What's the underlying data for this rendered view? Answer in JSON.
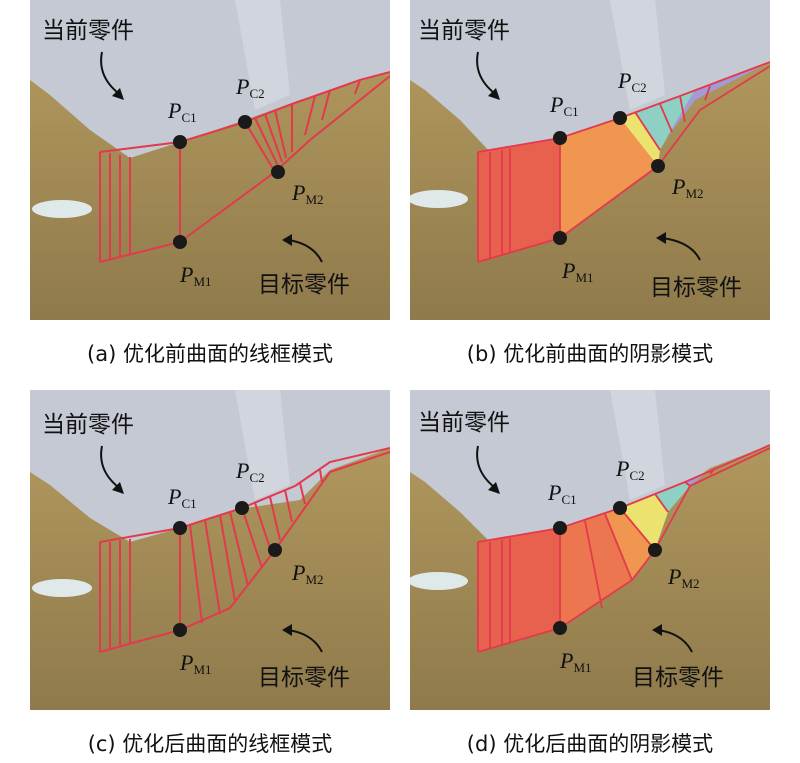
{
  "panels": [
    {
      "id": "a",
      "caption": "(a) 优化前曲面的线框模式",
      "current_label": "当前零件",
      "target_label": "目标零件",
      "points": [
        {
          "name": "P",
          "sub": "C1"
        },
        {
          "name": "P",
          "sub": "C2"
        },
        {
          "name": "P",
          "sub": "M1"
        },
        {
          "name": "P",
          "sub": "M2"
        }
      ]
    },
    {
      "id": "b",
      "caption": "(b) 优化前曲面的阴影模式",
      "current_label": "当前零件",
      "target_label": "目标零件",
      "points": [
        {
          "name": "P",
          "sub": "C1"
        },
        {
          "name": "P",
          "sub": "C2"
        },
        {
          "name": "P",
          "sub": "M1"
        },
        {
          "name": "P",
          "sub": "M2"
        }
      ]
    },
    {
      "id": "c",
      "caption": "(c) 优化后曲面的线框模式",
      "current_label": "当前零件",
      "target_label": "目标零件",
      "points": [
        {
          "name": "P",
          "sub": "C1"
        },
        {
          "name": "P",
          "sub": "C2"
        },
        {
          "name": "P",
          "sub": "M1"
        },
        {
          "name": "P",
          "sub": "M2"
        }
      ]
    },
    {
      "id": "d",
      "caption": "(d) 优化后曲面的阴影模式",
      "current_label": "当前零件",
      "target_label": "目标零件",
      "points": [
        {
          "name": "P",
          "sub": "C1"
        },
        {
          "name": "P",
          "sub": "C2"
        },
        {
          "name": "P",
          "sub": "M1"
        },
        {
          "name": "P",
          "sub": "M2"
        }
      ]
    }
  ],
  "colors": {
    "current_part": "#c4c9d3",
    "target_part": "#a8925e",
    "wire": "#e8344a",
    "shade_red": "#e8604e",
    "shade_orange": "#f09650",
    "shade_yellow": "#ece270",
    "shade_teal": "#8fd0c4",
    "shade_violet": "#a39ad6"
  }
}
